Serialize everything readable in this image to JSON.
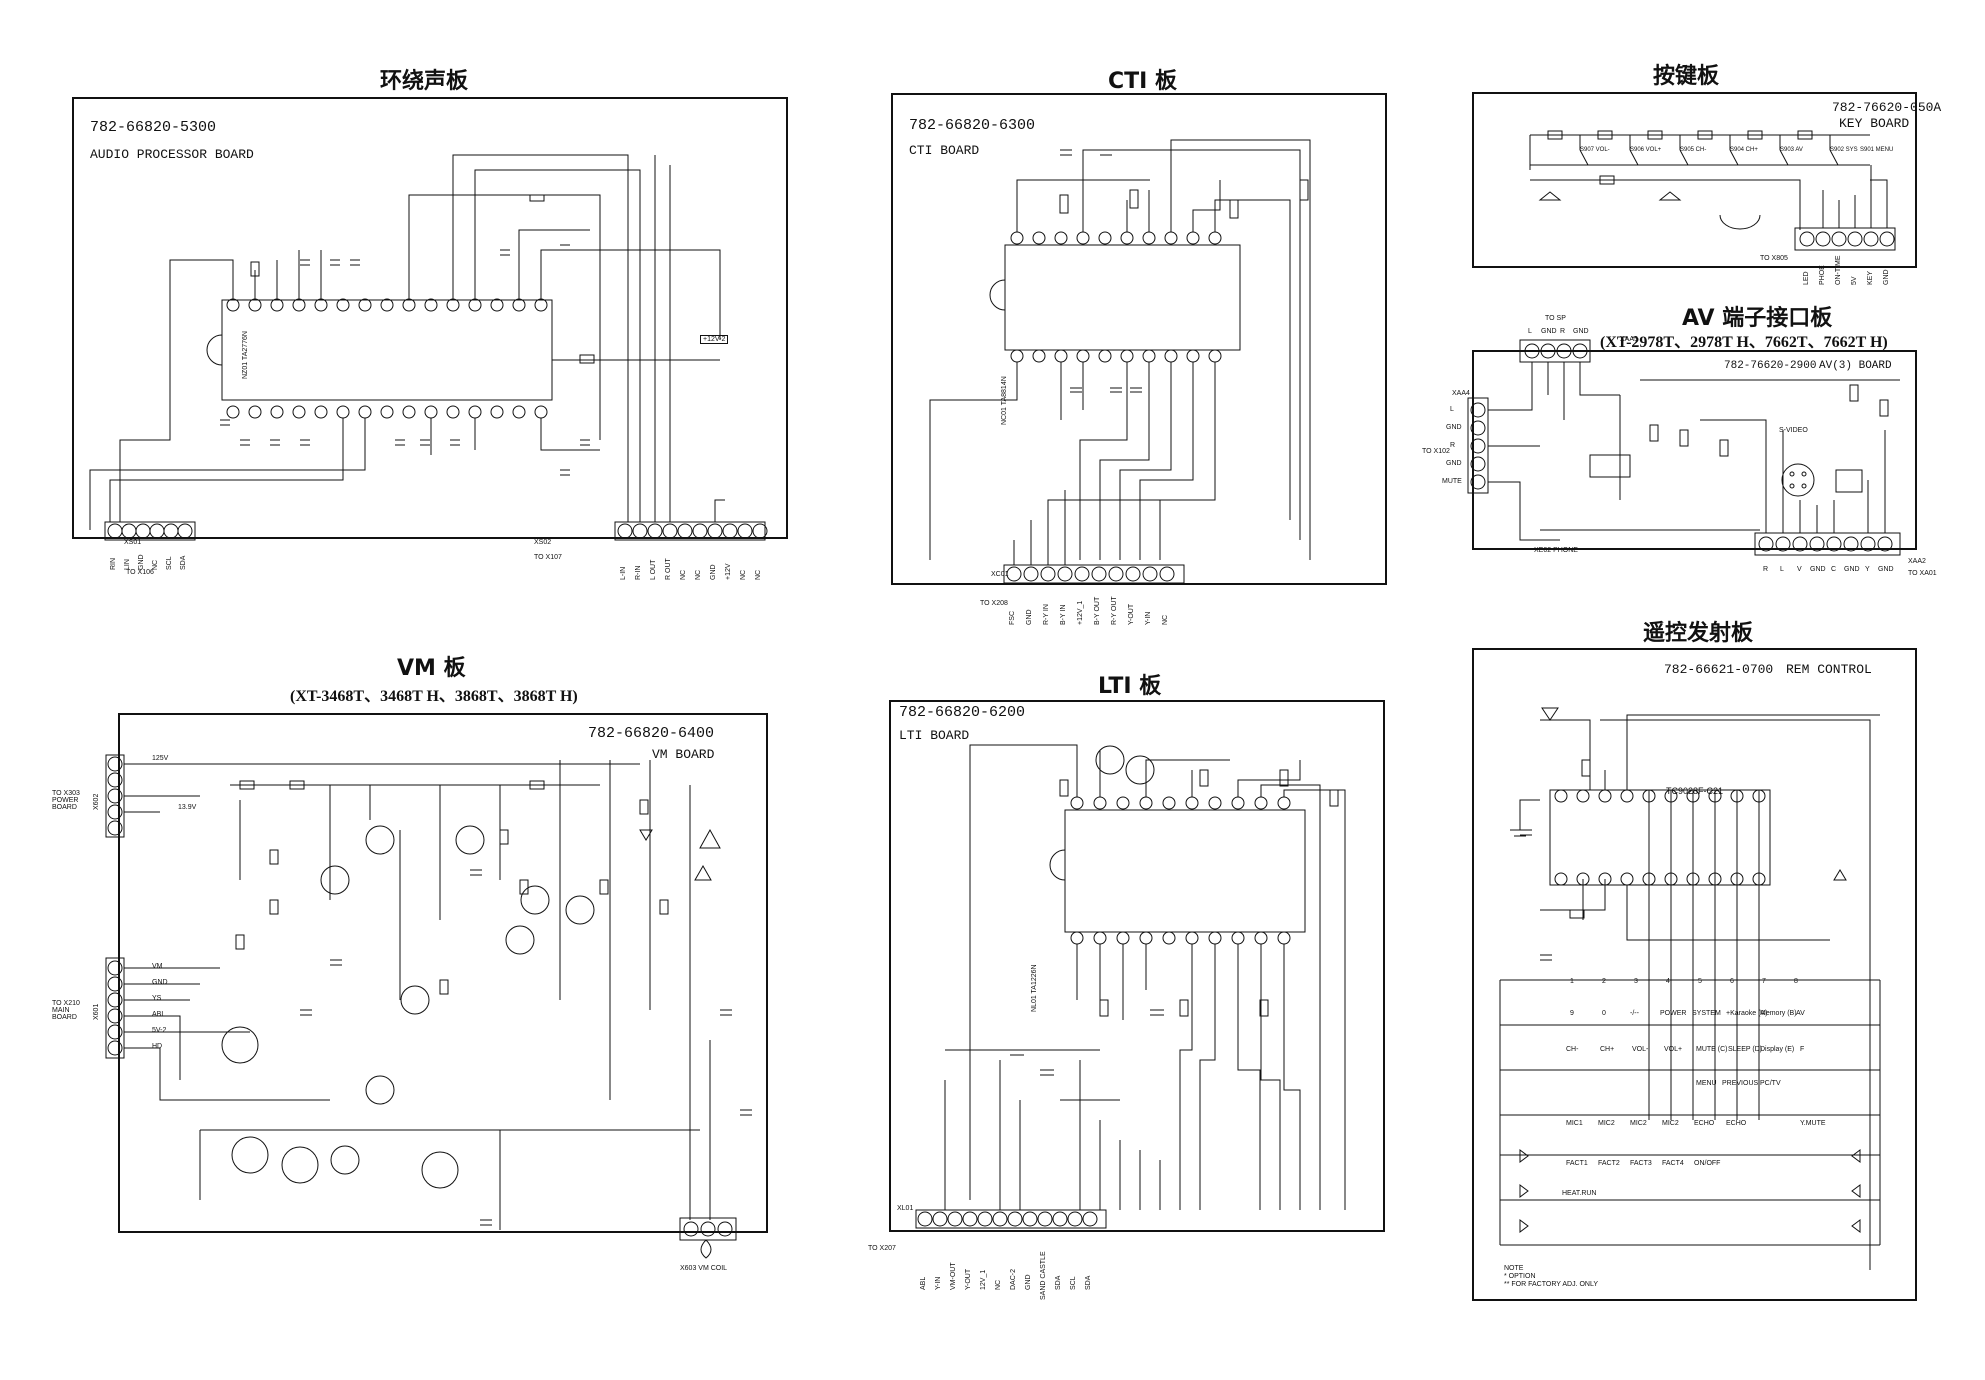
{
  "audio": {
    "title": "环绕声板",
    "part_no": "782-66820-5300",
    "board_name": "AUDIO PROCESSOR BOARD",
    "connector1": "XS01",
    "connector1_to": "TO X106",
    "connector1_pins": [
      "RIN",
      "LIN",
      "GND",
      "NC",
      "SCL",
      "SDA"
    ],
    "connector2": "XS02",
    "connector2_to": "TO X107",
    "connector2_pins": [
      "L-IN",
      "R-IN",
      "L OUT",
      "R OUT",
      "NC",
      "NC",
      "GND",
      "+12V",
      "NC",
      "NC"
    ],
    "ic": "NZ01 TA2776N",
    "supply": "+12V-2"
  },
  "cti": {
    "title": "CTI 板",
    "part_no": "782-66820-6300",
    "board_name": "CTI BOARD",
    "connector": "XC01",
    "connector_to": "TO X208",
    "connector_pins": [
      "FSC",
      "GND",
      "R-Y IN",
      "B-Y IN",
      "+12V_1",
      "B-Y OUT",
      "R-Y OUT",
      "Y-OUT",
      "Y-IN",
      "NC"
    ],
    "ic": "NC01 TA8814N"
  },
  "key": {
    "title": "按键板",
    "part_no": "782-76620-050A",
    "board_name": "KEY BOARD",
    "connector_to": "TO X805",
    "connector_pins": [
      "LED",
      "PHOE",
      "ON-TIME",
      "5V",
      "KEY",
      "GND"
    ],
    "switches": [
      "S907 VOL-",
      "S906 VOL+",
      "S905 CH-",
      "S904 CH+",
      "S903 AV",
      "S902 SYS",
      "S901 MENU"
    ]
  },
  "av": {
    "title": "AV 端子接口板",
    "subtitle": "(XT-2978T、2978T H、7662T、7662T H)",
    "part_no": "782-76620-2900",
    "board_name": "AV(3) BOARD",
    "connector_top": "XAA5",
    "connector_top_to": "TO SP",
    "connector_top_pins": [
      "L",
      "GND",
      "R",
      "GND"
    ],
    "connector_left": "XAA4",
    "connector_left_to": "TO X102",
    "connector_left_pins": [
      "L",
      "GND",
      "R",
      "GND",
      "MUTE"
    ],
    "connector_right": "XAA2",
    "connector_right_to": "TO XA01",
    "connector_right_pins": [
      "R",
      "L",
      "V",
      "GND",
      "C",
      "GND",
      "Y",
      "GND"
    ],
    "phone": "XE02 PHONE",
    "svideo": "S-VIDEO"
  },
  "vm": {
    "title": "VM 板",
    "subtitle": "(XT-3468T、3468T H、3868T、3868T H)",
    "part_no": "782-66820-6400",
    "board_name": "VM BOARD",
    "connector1": "X602",
    "connector1_to": "TO X303 POWER BOARD",
    "connector1_pins": [
      "125V",
      "",
      "13.9V",
      "",
      ""
    ],
    "connector2": "X601",
    "connector2_to": "TO X210 MAIN BOARD",
    "connector2_pins": [
      "VM",
      "GND",
      "YS",
      "ABL",
      "5V-2",
      "HD"
    ],
    "coil": "X603 VM COIL"
  },
  "lti": {
    "title": "LTI 板",
    "part_no": "782-66820-6200",
    "board_name": "LTI BOARD",
    "connector": "XL01",
    "connector_to": "TO X207",
    "connector_pins": [
      "ABL",
      "Y-IN",
      "VM-OUT",
      "Y-OUT",
      "12V_1",
      "NC",
      "DAC-2",
      "GND",
      "SAND CASTLE",
      "SDA",
      "SCL",
      "SDA"
    ],
    "ic": "NL01 TA1226N"
  },
  "rem": {
    "title": "遥控发射板",
    "part_no": "782-66621-0700",
    "board_name": "REM CONTROL",
    "ic": "TC9028F-C21",
    "buttons": [
      "1",
      "2",
      "3",
      "4",
      "5",
      "6",
      "7",
      "8",
      "9",
      "0",
      "-/--",
      "POWER",
      "SYSTEM",
      "+Karaoke (A)",
      "Memory (B)",
      "AV",
      "CH-",
      "CH+",
      "VOL-",
      "VOL+",
      "MUTE (C)",
      "SLEEP (D)",
      "Display (E)",
      "F",
      "MENU",
      "PREVIOUS",
      "PC/TV",
      "MIC1",
      "MIC2",
      "MIC2",
      "MIC2",
      "ECHO",
      "ECHO",
      "Y.MUTE",
      "FACT1",
      "FACT2",
      "FACT3",
      "FACT4",
      "ON/OFF",
      "HEAT.RUN"
    ],
    "note_title": "NOTE",
    "note1": "* OPTION",
    "note2": "** FOR FACTORY ADJ. ONLY"
  }
}
